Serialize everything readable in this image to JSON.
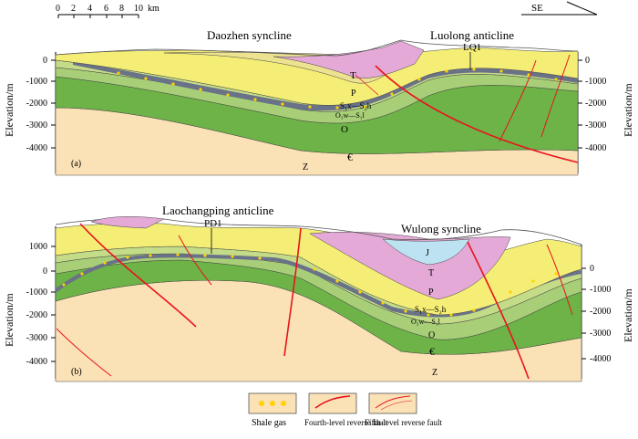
{
  "scale_bar": {
    "ticks": [
      "0",
      "2",
      "4",
      "6",
      "8",
      "10"
    ],
    "unit": "km"
  },
  "orientation": {
    "label": "SE"
  },
  "colors": {
    "shale_gas_dot": "#ffd200",
    "fault_line": "#e8141c",
    "formation_T": "#e4a9d6",
    "formation_P": "#f5ee76",
    "formation_S": "#c4dc88",
    "formation_O": "#a8cf78",
    "formation_cambrian": "#6db347",
    "formation_Z": "#fbe1b6",
    "formation_J": "#bde3f2",
    "shale_band": "#6a7288"
  },
  "section_a": {
    "panel_label": "(a)",
    "structure_labels": {
      "syncline": "Daozhen syncline",
      "anticline": "Luolong anticline"
    },
    "well_label": "LQ1",
    "axis_title_left": "Elevation/m",
    "axis_title_right": "Elevation/m",
    "y_ticks_left": [
      "0",
      "-1000",
      "-2000",
      "-3000",
      "-4000"
    ],
    "y_ticks_right": [
      "0",
      "-1000",
      "-2000",
      "-3000",
      "-4000"
    ],
    "formation_labels": {
      "T": "T",
      "P": "P",
      "S": "S₁x—S₂h",
      "OW": "O₃w—S₁l",
      "O": "O",
      "C": "€",
      "Z": "Z"
    }
  },
  "section_b": {
    "panel_label": "(b)",
    "structure_labels": {
      "anticline": "Laochangping anticline",
      "syncline": "Wulong syncline"
    },
    "well_label": "PD1",
    "axis_title_left": "Elevation/m",
    "axis_title_right": "Elevation/m",
    "y_ticks_left": [
      "1000",
      "0",
      "-1000",
      "-2000",
      "-3000",
      "-4000"
    ],
    "y_ticks_right": [
      "0",
      "-1000",
      "-2000",
      "-3000",
      "-4000"
    ],
    "formation_labels": {
      "J": "J",
      "T": "T",
      "P": "P",
      "S": "S₁x—S₂h",
      "OW": "O₃w—S₁l",
      "O": "O",
      "C": "€",
      "Z": "Z"
    }
  },
  "legend": {
    "shale_gas": "Shale gas",
    "fourth_fault": "Fourth-level reverse fault",
    "fifth_fault": "Fifth-level reverse fault"
  }
}
